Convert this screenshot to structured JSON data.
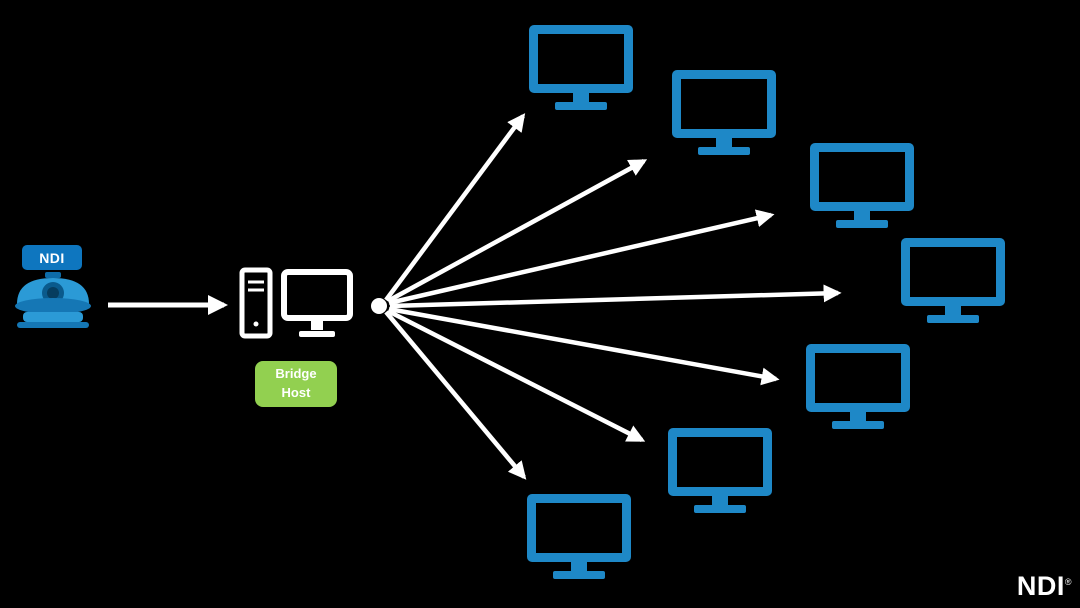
{
  "colors": {
    "background": "#000000",
    "ndi_blue": "#0e76bf",
    "monitor_blue": "#1e88c7",
    "bridge_green": "#92d050",
    "arrow_white": "#ffffff"
  },
  "source": {
    "badge_label": "NDI",
    "device": "camera"
  },
  "bridge": {
    "line1": "Bridge",
    "line2": "Host"
  },
  "receivers": {
    "count": 7,
    "device": "monitor"
  },
  "logo": {
    "text": "NDI",
    "mark": "®"
  }
}
